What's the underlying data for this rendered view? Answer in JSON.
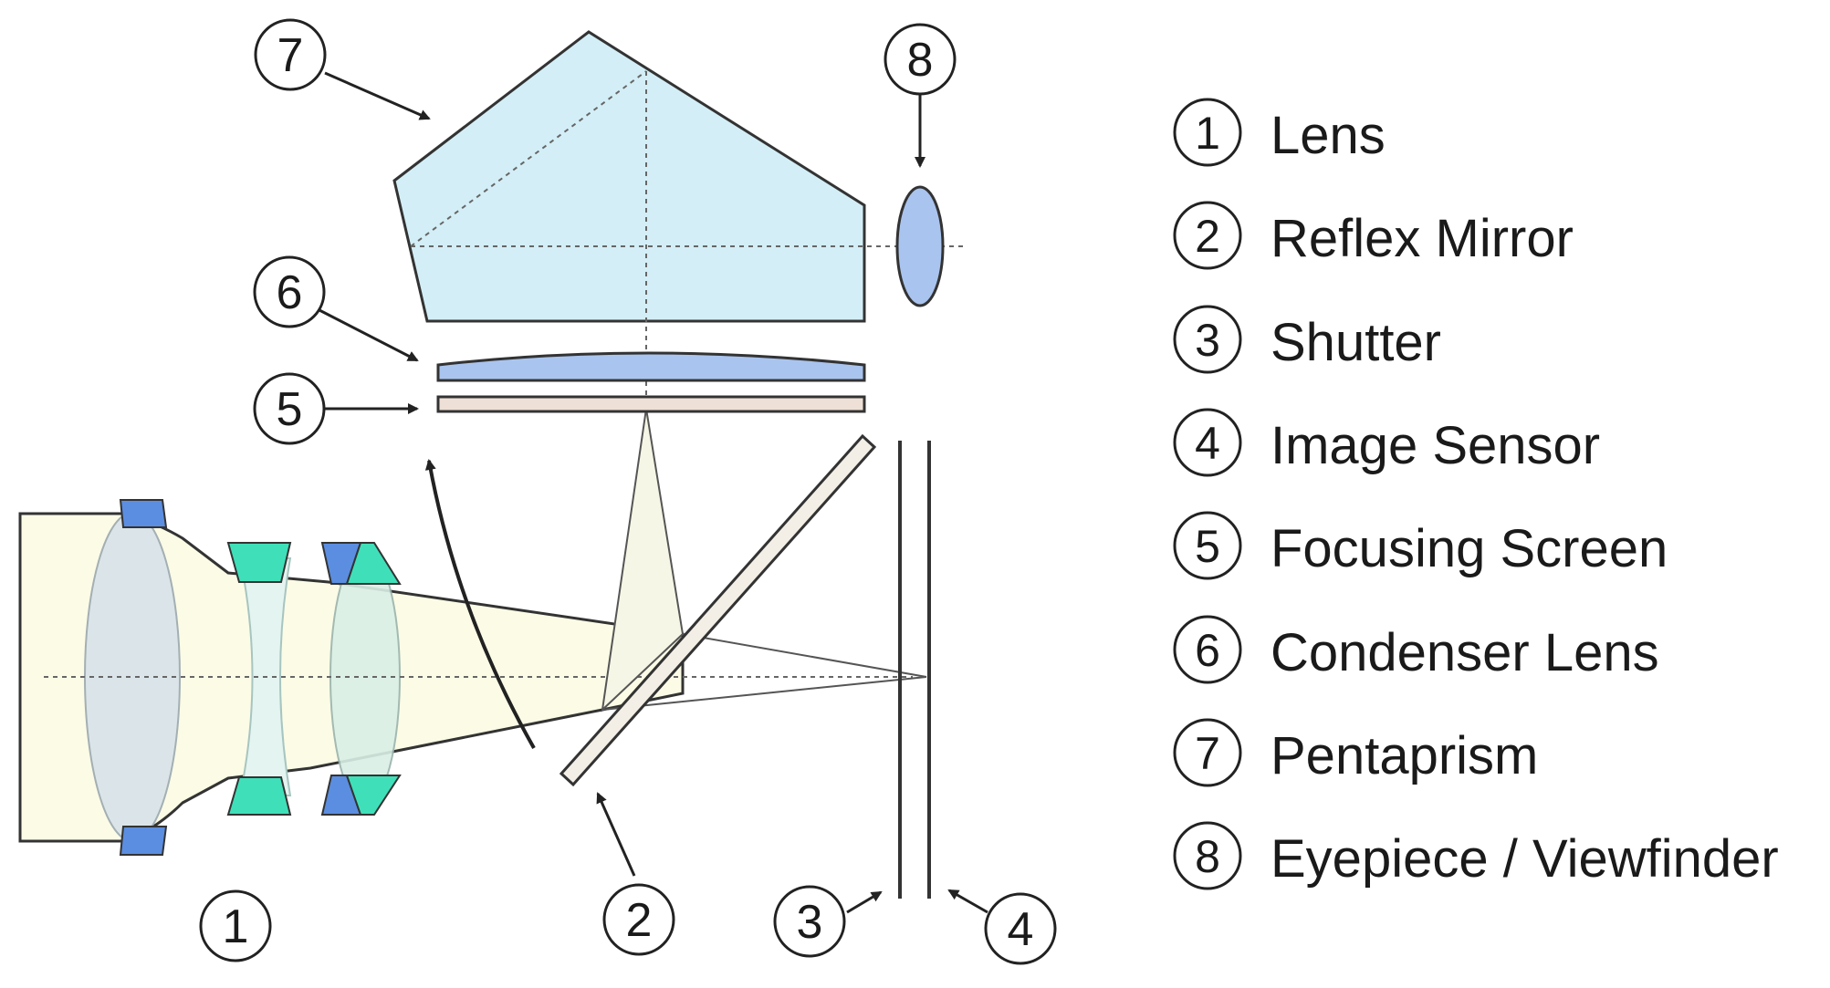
{
  "callouts": {
    "c1": "1",
    "c2": "2",
    "c3": "3",
    "c4": "4",
    "c5": "5",
    "c6": "6",
    "c7": "7",
    "c8": "8"
  },
  "legend": [
    {
      "num": "1",
      "label": "Lens"
    },
    {
      "num": "2",
      "label": "Reflex Mirror"
    },
    {
      "num": "3",
      "label": "Shutter"
    },
    {
      "num": "4",
      "label": "Image Sensor"
    },
    {
      "num": "5",
      "label": "Focusing Screen"
    },
    {
      "num": "6",
      "label": "Condenser Lens"
    },
    {
      "num": "7",
      "label": "Pentaprism"
    },
    {
      "num": "8",
      "label": "Eyepiece / Viewfinder"
    }
  ],
  "colors": {
    "pentaprism": "#d3eef6",
    "condenser": "#a9c4ee",
    "focusing_screen": "#eee0d6",
    "lens_barrel": "#fbfbe6",
    "lens_element": "#d8e3ea",
    "teal_element": "#3fe0b9",
    "blue_element": "#5b8ee0",
    "eyepiece": "#a9c4ee",
    "stroke": "#333333"
  }
}
